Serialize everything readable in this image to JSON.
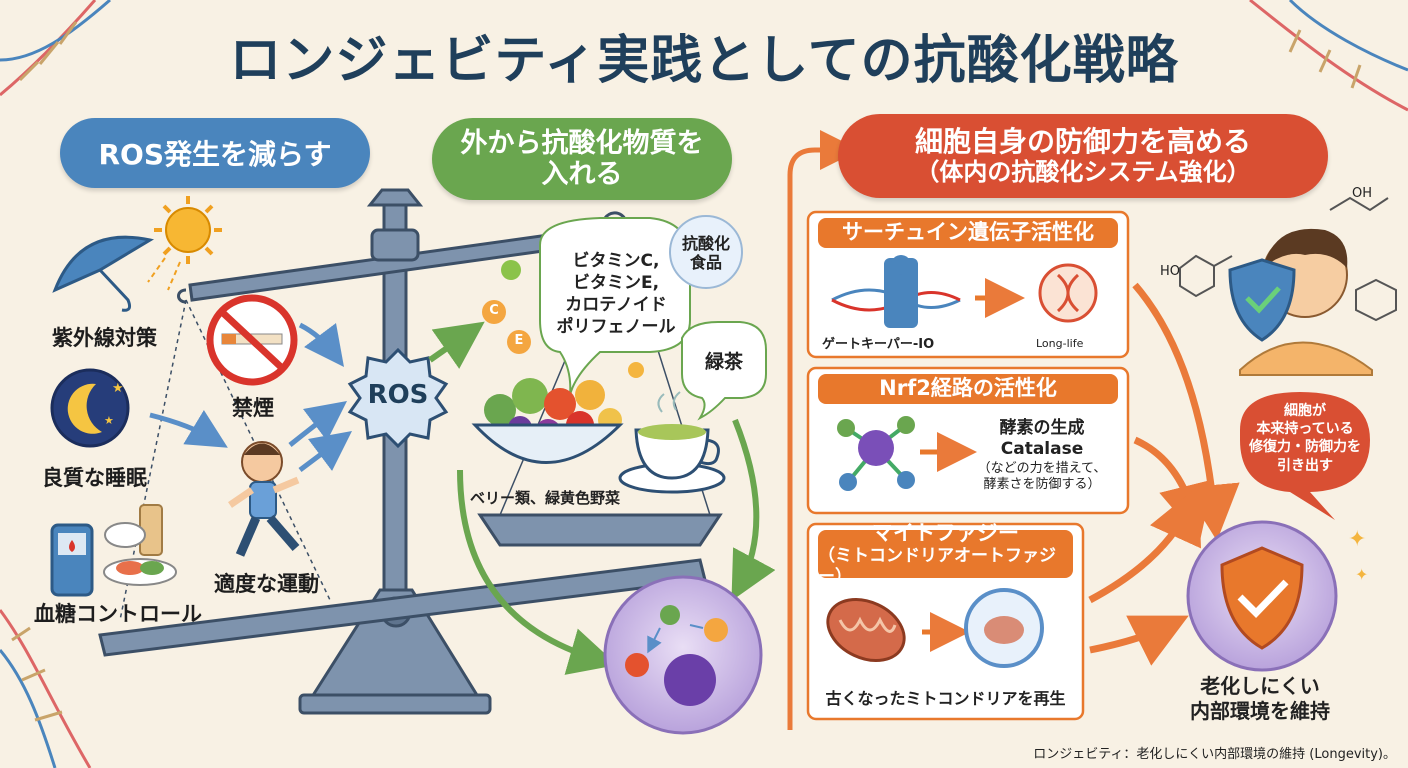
{
  "title": "ロンジェビティ実践としての抗酸化戦略",
  "sections": {
    "reduce": {
      "header": "ROS発生を減らす",
      "items": [
        "紫外線対策",
        "良質な睡眠",
        "血糖コントロール",
        "禁煙",
        "適度な運動"
      ]
    },
    "external": {
      "header_line1": "外から抗酸化物質を",
      "header_line2": "入れる",
      "bubble_lines": [
        "ビタミンC,",
        "ビタミンE,",
        "カロテノイド",
        "ポリフェノール"
      ],
      "bubble_antiox_line1": "抗酸化",
      "bubble_antiox_line2": "食品",
      "bubble_tea": "緑茶",
      "food_caption": "ベリー類、緑黄色野菜",
      "vitamin_c": "C",
      "vitamin_e": "E"
    },
    "internal": {
      "header_line1": "細胞自身の防御力を高める",
      "header_line2": "（体内の抗酸化システム強化）",
      "cards": [
        {
          "title": "サーチュイン遺伝子活性化",
          "caption_left": "ゲートキーパー-IO",
          "caption_right": "Long-life"
        },
        {
          "title": "Nrf2経路の活性化",
          "text_line1": "酵素の生成",
          "text_line2": "Catalase",
          "text_line3": "（などの力を措えて、",
          "text_line4": "酵素さを防御する）"
        },
        {
          "title": "マイトファジー",
          "subtitle": "（ミトコンドリアオートファジー）",
          "caption": "古くなったミトコンドリアを再生"
        }
      ],
      "speech_lines": [
        "細胞が",
        "本来持っている",
        "修復力・防御力を",
        "引き出す"
      ],
      "result_line1": "老化しにくい",
      "result_line2": "内部環境を維持"
    }
  },
  "ros_label": "ROS",
  "molecule_label": "OH",
  "molecule_label2": "HO",
  "footnote": "ロンジェビティ：老化しにくい内部環境の維持 (Longevity)。",
  "colors": {
    "title": "#1f3f5b",
    "blue": "#4a85bd",
    "green": "#6aa64f",
    "red": "#d94f33",
    "orange": "#e8782c",
    "scale": "#7e93ad"
  }
}
